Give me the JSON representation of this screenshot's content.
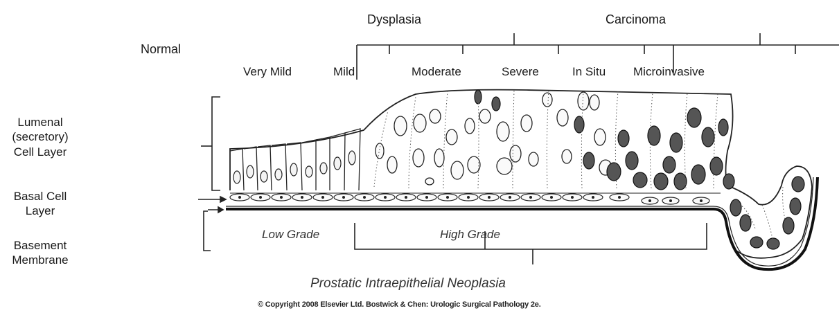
{
  "headers": {
    "normal": "Normal",
    "dysplasia": "Dysplasia",
    "carcinoma": "Carcinoma"
  },
  "stages": [
    "Very Mild",
    "Mild",
    "Moderate",
    "Severe",
    "In Situ",
    "Microinvasive"
  ],
  "layers": {
    "lumenal": [
      "Lumenal",
      "(secretory)",
      "Cell Layer"
    ],
    "basal": [
      "Basal Cell",
      "Layer"
    ],
    "basement": [
      "Basement",
      "Membrane"
    ]
  },
  "grades": {
    "low": "Low Grade",
    "high": "High Grade"
  },
  "pin_label": "Prostatic Intraepithelial Neoplasia",
  "copyright": "© Copyright 2008 Elsevier Ltd. Bostwick & Chen: Urologic Surgical Pathology 2e."
}
